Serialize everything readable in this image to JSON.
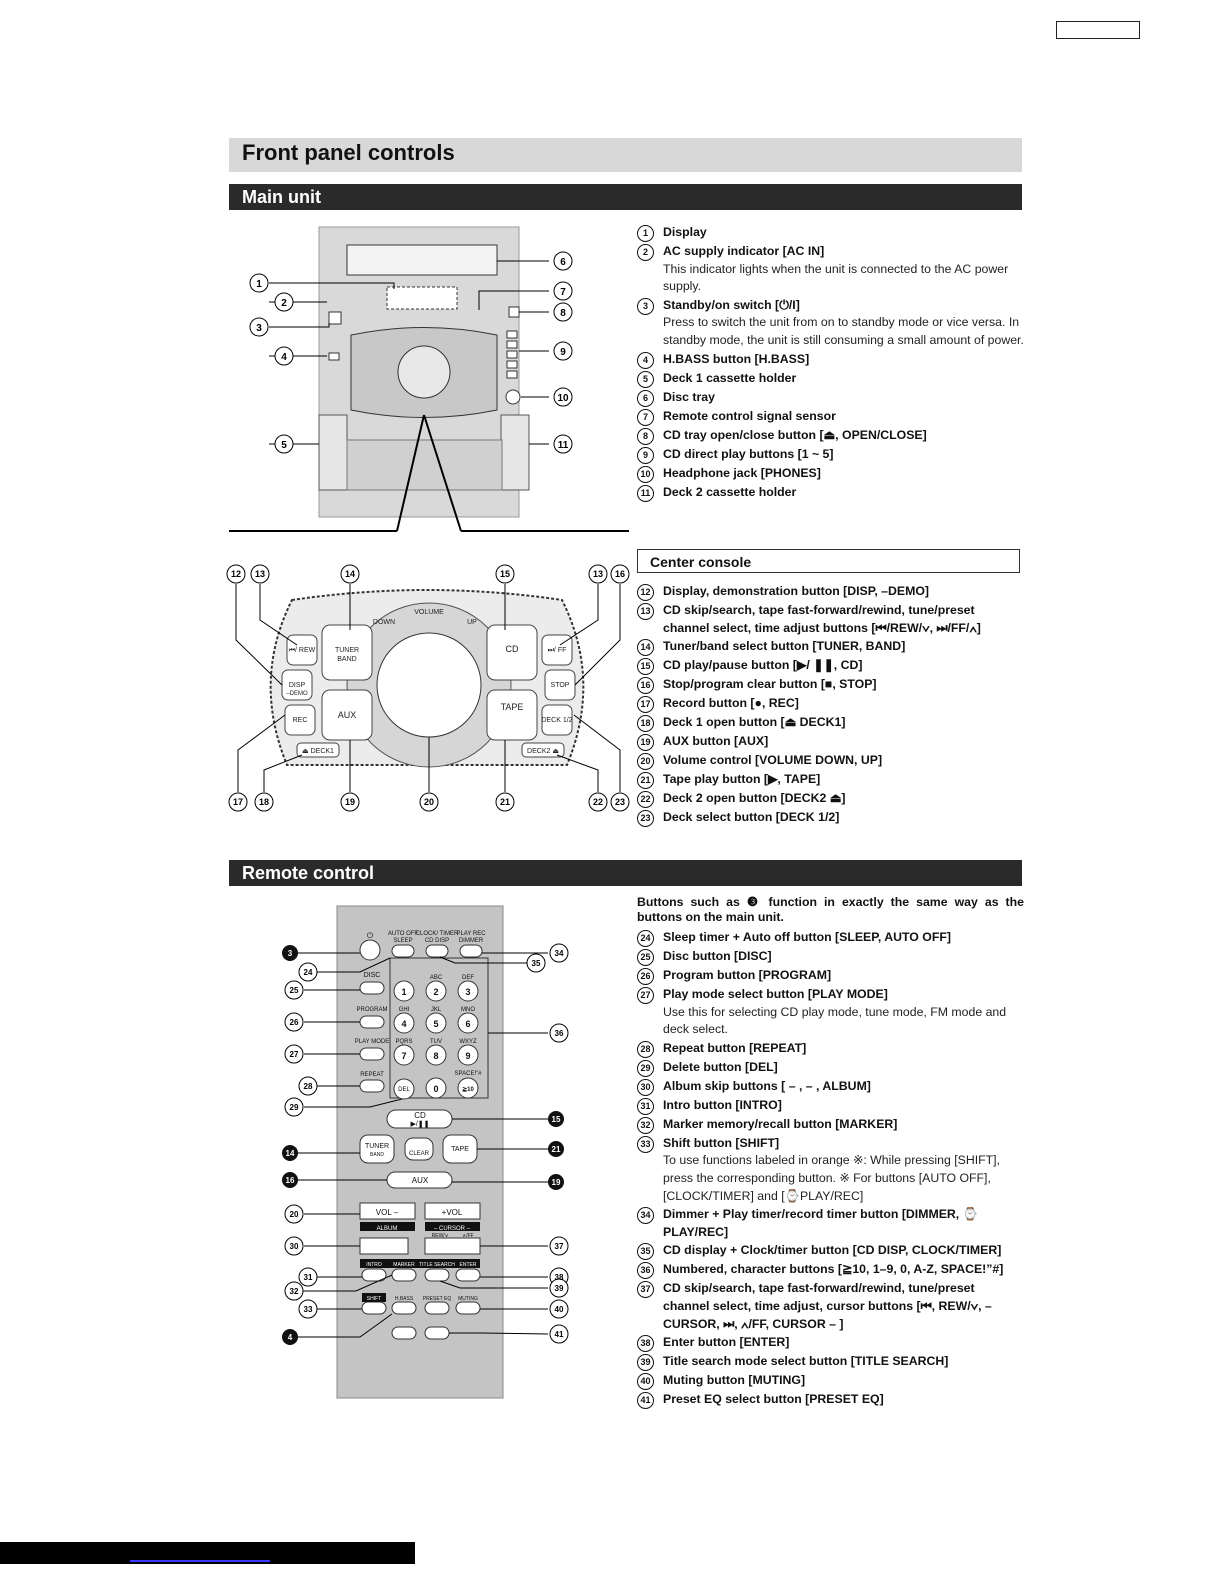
{
  "title": "Front panel controls",
  "sections": {
    "main_unit": "Main unit",
    "center_console": "Center console",
    "remote": "Remote control"
  },
  "main_unit_items": [
    {
      "n": "1",
      "label": "Display",
      "desc": ""
    },
    {
      "n": "2",
      "label": "AC supply indicator [AC IN]",
      "desc": "This indicator lights when the unit is connected to the AC power supply."
    },
    {
      "n": "3",
      "label": "Standby/on switch [⏻/I]",
      "desc": "Press to switch the unit from on to standby mode or vice versa. In standby mode, the unit is still consuming a small amount of power."
    },
    {
      "n": "4",
      "label": "H.BASS button [H.BASS]",
      "desc": ""
    },
    {
      "n": "5",
      "label": "Deck 1 cassette holder",
      "desc": ""
    },
    {
      "n": "6",
      "label": "Disc tray",
      "desc": ""
    },
    {
      "n": "7",
      "label": "Remote control signal sensor",
      "desc": ""
    },
    {
      "n": "8",
      "label": "CD tray open/close button [⏏, OPEN/CLOSE]",
      "desc": ""
    },
    {
      "n": "9",
      "label": "CD direct play buttons [1 ~ 5]",
      "desc": ""
    },
    {
      "n": "10",
      "label": "Headphone jack [PHONES]",
      "desc": ""
    },
    {
      "n": "11",
      "label": "Deck 2 cassette holder",
      "desc": ""
    }
  ],
  "console_items": [
    {
      "n": "12",
      "label": "Display, demonstration button [DISP, –DEMO]",
      "desc": ""
    },
    {
      "n": "13",
      "label": "CD skip/search, tape fast-forward/rewind, tune/preset channel select, time adjust buttons [⏮/REW/∨, ⏭/FF/∧]",
      "desc": ""
    },
    {
      "n": "14",
      "label": "Tuner/band select button [TUNER, BAND]",
      "desc": ""
    },
    {
      "n": "15",
      "label": "CD play/pause button [▶/ ❚❚, CD]",
      "desc": ""
    },
    {
      "n": "16",
      "label": "Stop/program clear button [■, STOP]",
      "desc": ""
    },
    {
      "n": "17",
      "label": "Record button [●, REC]",
      "desc": ""
    },
    {
      "n": "18",
      "label": "Deck 1 open button [⏏ DECK1]",
      "desc": ""
    },
    {
      "n": "19",
      "label": "AUX button [AUX]",
      "desc": ""
    },
    {
      "n": "20",
      "label": "Volume control [VOLUME DOWN, UP]",
      "desc": ""
    },
    {
      "n": "21",
      "label": "Tape play button [▶, TAPE]",
      "desc": ""
    },
    {
      "n": "22",
      "label": "Deck 2 open button [DECK2 ⏏]",
      "desc": ""
    },
    {
      "n": "23",
      "label": "Deck select button [DECK 1/2]",
      "desc": ""
    }
  ],
  "remote_intro": "Buttons such as ❸ function in exactly the same way as the buttons on the main unit.",
  "remote_items": [
    {
      "n": "24",
      "label": "Sleep timer + Auto off button [SLEEP, AUTO OFF]",
      "desc": ""
    },
    {
      "n": "25",
      "label": "Disc button [DISC]",
      "desc": ""
    },
    {
      "n": "26",
      "label": "Program button [PROGRAM]",
      "desc": ""
    },
    {
      "n": "27",
      "label": "Play mode select button [PLAY MODE]",
      "desc": "Use this for selecting CD play mode, tune mode, FM mode and deck select."
    },
    {
      "n": "28",
      "label": "Repeat button [REPEAT]",
      "desc": ""
    },
    {
      "n": "29",
      "label": "Delete button [DEL]",
      "desc": ""
    },
    {
      "n": "30",
      "label": "Album skip buttons [ – , – , ALBUM]",
      "desc": ""
    },
    {
      "n": "31",
      "label": "Intro button [INTRO]",
      "desc": ""
    },
    {
      "n": "32",
      "label": "Marker memory/recall button [MARKER]",
      "desc": ""
    },
    {
      "n": "33",
      "label": "Shift button [SHIFT]",
      "desc": "To use functions labeled in orange ※: While pressing [SHIFT], press the corresponding button. ※ For buttons [AUTO OFF], [CLOCK/TIMER] and [⌚PLAY/REC]"
    },
    {
      "n": "34",
      "label": "Dimmer + Play timer/record timer button [DIMMER, ⌚PLAY/REC]",
      "desc": ""
    },
    {
      "n": "35",
      "label": "CD display + Clock/timer button [CD DISP, CLOCK/TIMER]",
      "desc": ""
    },
    {
      "n": "36",
      "label": "Numbered, character buttons [≧10, 1–9, 0, A-Z, SPACE!”#]",
      "desc": ""
    },
    {
      "n": "37",
      "label": "CD skip/search, tape fast-forward/rewind, tune/preset channel select, time adjust, cursor buttons [⏮, REW/∨, – CURSOR, ⏭, ∧/FF, CURSOR – ]",
      "desc": ""
    },
    {
      "n": "38",
      "label": "Enter button [ENTER]",
      "desc": ""
    },
    {
      "n": "39",
      "label": "Title search mode select button [TITLE SEARCH]",
      "desc": ""
    },
    {
      "n": "40",
      "label": "Muting button [MUTING]",
      "desc": ""
    },
    {
      "n": "41",
      "label": "Preset EQ select button [PRESET EQ]",
      "desc": ""
    }
  ],
  "diagram_callouts": {
    "main": [
      "1",
      "2",
      "3",
      "4",
      "5",
      "6",
      "7",
      "8",
      "9",
      "10",
      "11"
    ],
    "console": [
      "12",
      "13",
      "14",
      "15",
      "13",
      "16",
      "17",
      "18",
      "19",
      "20",
      "21",
      "22",
      "23"
    ],
    "remote_left": [
      "3",
      "24",
      "25",
      "26",
      "27",
      "28",
      "29",
      "14",
      "16",
      "20",
      "30",
      "31",
      "32",
      "33",
      "4"
    ],
    "remote_right": [
      "34",
      "35",
      "36",
      "15",
      "21",
      "19",
      "37",
      "38",
      "39",
      "40",
      "41"
    ]
  },
  "console_labels": {
    "volume": "VOLUME",
    "down": "DOWN",
    "up": "UP",
    "tuner": "TUNER",
    "band": "BAND",
    "aux": "AUX",
    "cd": "CD",
    "tape": "TAPE",
    "disp": "DISP",
    "demo": "–DEMO",
    "rec": "REC",
    "deck1": "⏏ DECK1",
    "stop": "STOP",
    "deck12": "DECK 1/2",
    "deck2": "DECK2 ⏏",
    "rew": "⏮/ REW",
    "ff": "⏭/ FF"
  },
  "remote_labels": {
    "power": "⏻",
    "autooff": "AUTO OFF",
    "sleep": "SLEEP",
    "clock": "CLOCK/ TIMER",
    "cddisp": "CD DISP",
    "playrec": "PLAY REC",
    "dimmer": "DIMMER",
    "disc": "DISC",
    "program": "PROGRAM",
    "playmode": "PLAY MODE",
    "repeat": "REPEAT",
    "del": "DEL",
    "keys": [
      "1",
      "2",
      "3",
      "4",
      "5",
      "6",
      "7",
      "8",
      "9",
      "0",
      "≧10"
    ],
    "abc": "ABC",
    "def": "DEF",
    "ghi": "GHI",
    "jkl": "JKL",
    "mno": "MNO",
    "pqrs": "PQRS",
    "tuv": "TUV",
    "wxyz": "WXYZ",
    "space": "SPACE!”#",
    "cd": "CD",
    "cdplay": "▶/❚❚",
    "tuner": "TUNER",
    "band": "BAND",
    "clear": "CLEAR",
    "tape": "TAPE",
    "aux": "AUX",
    "volminus": "VOL –",
    "volplus": "+VOL",
    "album": "ALBUM",
    "cursor": "– CURSOR –",
    "rew": "REW/∨",
    "ff": "∧/FF",
    "intro": "INTRO",
    "marker": "MARKER",
    "title": "TITLE SEARCH",
    "enter": "ENTER",
    "shift": "SHIFT",
    "hbass": "H.BASS",
    "preset": "PRESET EQ",
    "muting": "MUTING"
  }
}
